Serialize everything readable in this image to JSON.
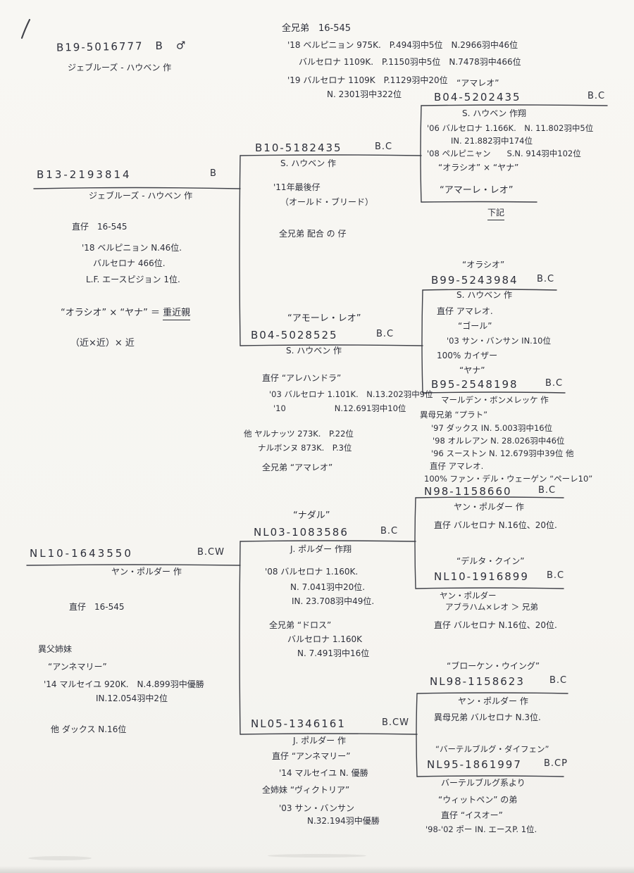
{
  "subject": {
    "ring": "B19-5016777　B　♂",
    "breeder": "ジェブルーズ - ハウベン 作",
    "notes": [
      "全兄弟　16-545",
      "'18 ベルピニョン 975K.　P.494羽中5位　N.2966羽中46位",
      "バルセロナ 1109K.　P.1150羽中5位　N.7478羽中466位",
      "'19 バルセロナ 1109K　P.1129羽中20位",
      "N. 2301羽中322位"
    ]
  },
  "sire": {
    "ring": "B13-2193814",
    "band": "B",
    "breeder": "ジェブルーズ - ハウベン 作",
    "notes": [
      "直仔　16-545",
      "'18 ベルピニョン N.46位.",
      "バルセロナ 466位.",
      "L.F. エースピジョン 1位."
    ],
    "inbreed_prefix": "“オラシオ” × “ヤナ” ＝ ",
    "inbreed_word": "重近親",
    "inbreed_tail": "（近×近）× 近"
  },
  "dam": {
    "ring": "NL10-1643550",
    "band": "B.CW",
    "breeder": "ヤン・ポルダー 作",
    "notes": [
      "直仔　16-545",
      "異父姉妹",
      "“アンネマリー”",
      "'14 マルセイユ 920K.　N.4.899羽中優勝",
      "IN.12.054羽中2位",
      "他 ダックス N.16位"
    ]
  },
  "ss": {
    "ring": "B10-5182435",
    "band": "B.C",
    "lines": [
      "S. ハウベン 作",
      "'11年最後仔",
      "（オールド・ブリード）",
      "全兄弟 配合 の 仔"
    ]
  },
  "sd": {
    "label": "“アモーレ・レオ”",
    "ring": "B04-5028525",
    "band": "B.C",
    "lines": [
      "S. ハウベン 作",
      "直仔 “アレハンドラ”",
      "'03 バルセロナ 1.101K.　N.13.202羽中9位",
      "'10　　　　　　N.12.691羽中10位",
      "他 ヤルナッツ 273K.　P.22位",
      "ナルボンヌ 873K.　P.3位",
      "全兄弟 “アマレオ”"
    ]
  },
  "ds": {
    "label": "“ナダル”",
    "ring": "NL03-1083586",
    "band": "B.C",
    "lines": [
      "J. ポルダー 作翔",
      "'08 バルセロナ 1.160K.",
      "N. 7.041羽中20位.",
      "IN. 23.708羽中49位.",
      "全兄弟 “ドロス”",
      "バルセロナ 1.160K",
      "N. 7.491羽中16位"
    ]
  },
  "dd": {
    "ring": "NL05-1346161",
    "band": "B.CW",
    "lines": [
      "J. ポルダー 作",
      "直仔 “アンネマリー”",
      "'14 マルセイユ N. 優勝",
      "全姉妹 “ヴィクトリア”",
      "'03 サン・バンサン",
      "N.32.194羽中優勝"
    ]
  },
  "sss": {
    "label": "“アマレオ”",
    "ring": "B04-5202435",
    "band": "B.C",
    "lines": [
      "S. ハウベン 作翔",
      "'06 バルセロナ 1.166K.　N. 11.802羽中5位",
      "IN. 21.882羽中174位",
      "'08 ペルピニャン　　S.N. 914羽中102位",
      "“オラシオ” × “ヤナ”"
    ]
  },
  "ssd": {
    "name": "“アマーレ・レオ”",
    "ref": "下記"
  },
  "sds": {
    "label": "“オラシオ”",
    "ring": "B99-5243984",
    "band": "B.C",
    "lines": [
      "S. ハウベン 作",
      "直仔 アマレオ.",
      "“ゴール”",
      "'03 サン・バンサン IN.10位",
      "100% カイザー"
    ]
  },
  "sdd": {
    "label": "“ヤナ”",
    "ring": "B95-2548198",
    "band": "B.C",
    "lines": [
      "マールデン・ボンメレッケ 作",
      "異母兄弟 “プラト”",
      "'97 ダックス IN. 5.003羽中16位",
      "'98 オルレアン N. 28.026羽中46位",
      "'96 スーストン N. 12.679羽中39位 他",
      "直仔 アマレオ."
    ]
  },
  "dss": {
    "label": "100% ファン・デル・ウェーゲン “ペーレ10”",
    "ring": "N98-1158660",
    "band": "B.C",
    "lines": [
      "ヤン・ポルダー 作",
      "直仔 バルセロナ N.16位、20位."
    ]
  },
  "dsd": {
    "label": "“デルタ・クイン”",
    "ring": "NL10-1916899",
    "band": "B.C",
    "lines": [
      "ヤン・ポルダー",
      "アブラハム×レオ ＞ 兄弟",
      "直仔 バルセロナ N.16位、20位."
    ]
  },
  "dds": {
    "label": "“ブローケン・ウイング”",
    "ring": "NL98-1158623",
    "band": "B.C",
    "lines": [
      "ヤン・ポルダー 作",
      "異母兄弟 バルセロナ N.3位."
    ]
  },
  "ddd": {
    "label": "“バーテルブルグ・ダイフェン”",
    "ring": "NL95-1861997",
    "band": "B.CP",
    "lines": [
      "バーテルブルグ系より",
      "“ウィットペン” の弟",
      "直仔 “イスオー”",
      "'98-'02 ポー IN. エースP. 1位."
    ]
  }
}
